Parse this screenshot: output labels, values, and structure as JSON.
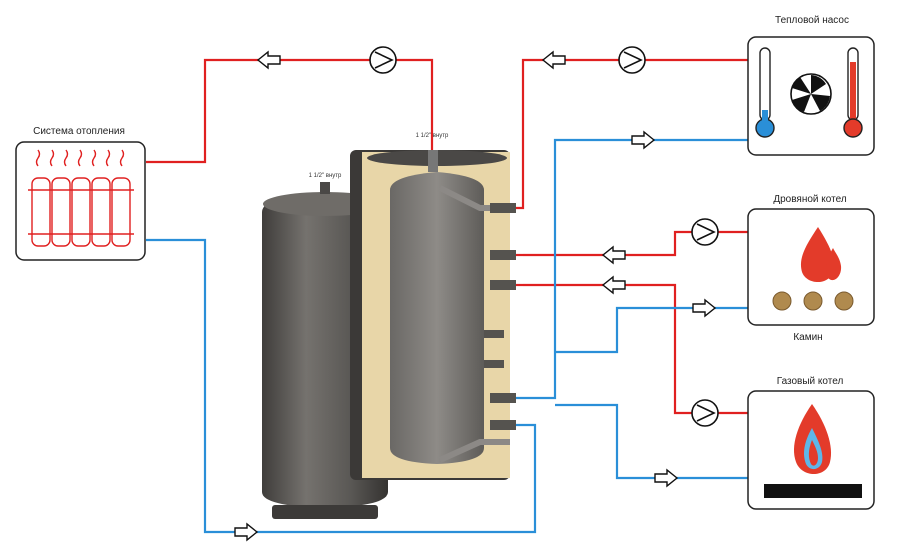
{
  "labels": {
    "heating_system": "Система отопления",
    "heat_pump": "Тепловой насос",
    "wood_boiler": "Дровяной котел",
    "fireplace": "Камин",
    "gas_boiler": "Газовый котел",
    "port_left": "1 1/2\" внутр",
    "port_right": "1 1/2\" внутр"
  },
  "colors": {
    "supply": "#e02020",
    "return": "#2a8fd8",
    "tank": "#5e5c59",
    "insulation": "#e8d6a8",
    "flame": "#e33b2a",
    "log": "#b08a4e"
  },
  "icons": [
    "radiator-icon",
    "pump-icon",
    "thermometer-cold-icon",
    "thermometer-hot-icon",
    "fan-icon",
    "flame-icon",
    "gas-flame-icon",
    "logs-icon",
    "flow-arrow-icon"
  ]
}
